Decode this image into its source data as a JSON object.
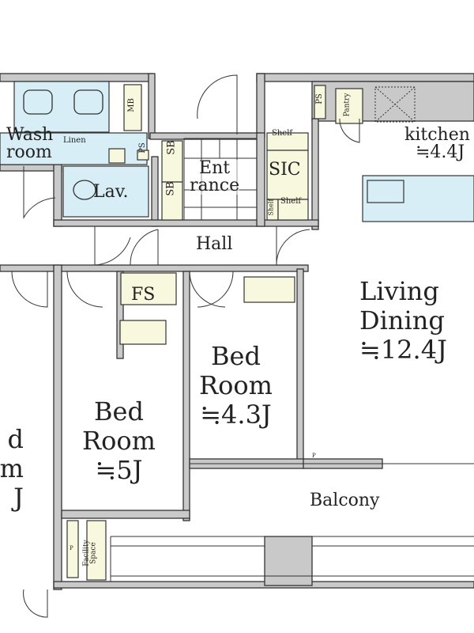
{
  "rooms": {
    "wash_room": [
      "Wash",
      "room"
    ],
    "linen": "Linen",
    "mb": "MB",
    "ps_small": "PS",
    "sb_top": "SB",
    "sb_bottom": "SB",
    "entrance": [
      "Ent",
      "rance"
    ],
    "sic": "SIC",
    "shelf_top": "Shelf",
    "shelf_vertical": "Shelf",
    "shelf_bottom": "Shelf",
    "ps_kitchen": "PS",
    "pantry": "Pantry",
    "kitchen": [
      "kitchen",
      "≒4.4J"
    ],
    "lav": "Lav.",
    "hall": "Hall",
    "fs": "FS",
    "living_dining": [
      "Living",
      "Dining",
      "≒12.4J"
    ],
    "bed_room_center": [
      "Bed",
      "Room",
      "≒4.3J"
    ],
    "bed_room_middle": [
      "Bed",
      "Room",
      "≒5J"
    ],
    "bed_room_left_partial": [
      "d",
      "m",
      "J"
    ],
    "balcony": "Balcony",
    "p_balcony": "P",
    "p_left": "P",
    "facility_space": [
      "Facility",
      "Space"
    ]
  },
  "colors": {
    "wall": "#c9c9c9",
    "wet_area": "#d8eef6",
    "storage": "#f8f8de",
    "line": "#333333"
  }
}
